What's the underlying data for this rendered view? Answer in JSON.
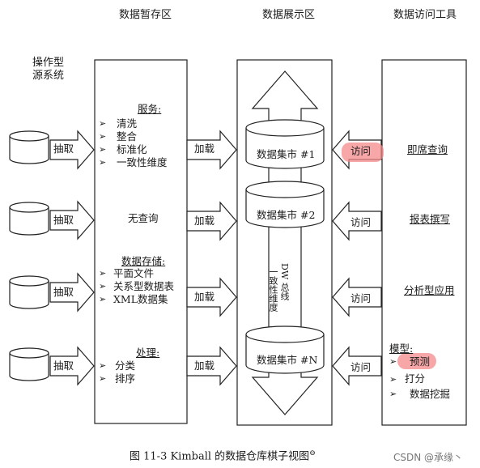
{
  "headers": {
    "staging": "数据暂存区",
    "presentation": "数据展示区",
    "access": "数据访问工具",
    "source": "操作型源系统"
  },
  "extract_labels": [
    "抽取",
    "抽取",
    "抽取",
    "抽取"
  ],
  "load_labels": [
    "加载",
    "加载",
    "加载",
    "加载"
  ],
  "access_labels": [
    "访问",
    "访问",
    "访问",
    "访问"
  ],
  "staging": {
    "services_title": "服务:",
    "services_items": [
      "清洗",
      "整合",
      "标准化",
      "一致性维度"
    ],
    "no_query": "无查询",
    "storage_title": "数据存储:",
    "storage_items": [
      "平面文件",
      "关系型数据表",
      "XML数据集"
    ],
    "processing_title": "处理:",
    "processing_items": [
      "分类",
      "排序"
    ]
  },
  "presentation": {
    "marts": [
      "数据集市 #1",
      "数据集市 #2",
      "数据集市 #N"
    ],
    "bus_label": "DW 总线",
    "bus_sub": "一致性维度"
  },
  "tools": {
    "adhoc": "即席查询",
    "report": "报表撰写",
    "analytic": "分析型应用",
    "models_title": "模型:",
    "models_items": [
      "预测",
      "打分",
      "数据挖掘"
    ]
  },
  "caption": "图 11-3   Kimball 的数据仓库棋子视图",
  "caption_mark": "⊖",
  "watermark": "CSDN @承缘丶",
  "highlight_color": "#f48a8a"
}
